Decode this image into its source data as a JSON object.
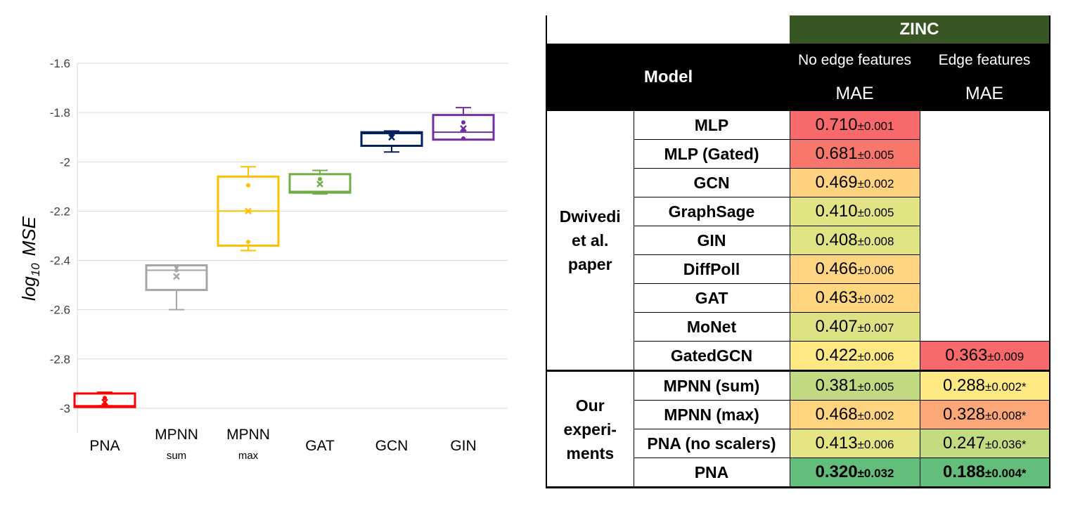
{
  "chart_data": {
    "type": "box",
    "ylabel_base": "log",
    "ylabel_sub": "10",
    "ylabel_rest": "MSE",
    "ylim": [
      -3.1,
      -1.6
    ],
    "yticks": [
      -1.6,
      -1.8,
      -2,
      -2.2,
      -2.4,
      -2.6,
      -2.8,
      -3
    ],
    "ytick_labels": [
      "-1.6",
      "-1.8",
      "-2",
      "-2.2",
      "-2.4",
      "-2.6",
      "-2.8",
      "-3"
    ],
    "grid": true,
    "categories": [
      {
        "label": "PNA",
        "sub": "",
        "color": "#ff0000",
        "min": -2.99,
        "q1": -2.995,
        "median": -2.99,
        "q3": -2.94,
        "max": -2.935,
        "mean": -2.975,
        "points": [
          -2.958,
          -2.99
        ]
      },
      {
        "label": "MPNN",
        "sub": "sum",
        "color": "#a6a6a6",
        "min": -2.6,
        "q1": -2.52,
        "median": -2.44,
        "q3": -2.42,
        "max": -2.42,
        "mean": -2.465,
        "points": [
          -2.425,
          -2.44
        ]
      },
      {
        "label": "MPNN",
        "sub": "max",
        "color": "#ffc000",
        "min": -2.36,
        "q1": -2.34,
        "median": -2.2,
        "q3": -2.06,
        "max": -2.02,
        "mean": -2.2,
        "points": [
          -2.095,
          -2.325
        ]
      },
      {
        "label": "GAT",
        "sub": "",
        "color": "#70ad47",
        "min": -2.13,
        "q1": -2.125,
        "median": -2.12,
        "q3": -2.05,
        "max": -2.035,
        "mean": -2.09,
        "points": [
          -2.07
        ]
      },
      {
        "label": "GCN",
        "sub": "",
        "color": "#002060",
        "min": -1.96,
        "q1": -1.935,
        "median": -1.885,
        "q3": -1.88,
        "max": -1.875,
        "mean": -1.9,
        "points": [
          -1.895
        ]
      },
      {
        "label": "GIN",
        "sub": "",
        "color": "#7030a0",
        "min": -1.91,
        "q1": -1.91,
        "median": -1.88,
        "q3": -1.81,
        "max": -1.78,
        "mean": -1.865,
        "points": [
          -1.84,
          -1.87,
          -1.905
        ]
      }
    ]
  },
  "table": {
    "dataset": "ZINC",
    "model_header": "Model",
    "col1_header": "No edge features",
    "col2_header": "Edge features",
    "metric": "MAE",
    "group1": [
      "Dwivedi",
      "et al.",
      "paper"
    ],
    "group2": [
      "Our",
      "experi-",
      "ments"
    ],
    "rows_group1": [
      {
        "model": "MLP",
        "v1": "0.710",
        "s1": "±0.001",
        "c1": "#f8696b",
        "v2": "",
        "s2": "",
        "c2": ""
      },
      {
        "model": "MLP (Gated)",
        "v1": "0.681",
        "s1": "±0.005",
        "c1": "#f8776c",
        "v2": "",
        "s2": "",
        "c2": ""
      },
      {
        "model": "GCN",
        "v1": "0.469",
        "s1": "±0.002",
        "c1": "#fed27f",
        "v2": "",
        "s2": "",
        "c2": ""
      },
      {
        "model": "GraphSage",
        "v1": "0.410",
        "s1": "±0.005",
        "c1": "#e2e383",
        "v2": "",
        "s2": "",
        "c2": ""
      },
      {
        "model": "GIN",
        "v1": "0.408",
        "s1": "±0.008",
        "c1": "#e0e383",
        "v2": "",
        "s2": "",
        "c2": ""
      },
      {
        "model": "DiffPoll",
        "v1": "0.466",
        "s1": "±0.006",
        "c1": "#fed580",
        "v2": "",
        "s2": "",
        "c2": ""
      },
      {
        "model": "GAT",
        "v1": "0.463",
        "s1": "±0.002",
        "c1": "#fed680",
        "v2": "",
        "s2": "",
        "c2": ""
      },
      {
        "model": "MoNet",
        "v1": "0.407",
        "s1": "±0.007",
        "c1": "#dee283",
        "v2": "",
        "s2": "",
        "c2": ""
      },
      {
        "model": "GatedGCN",
        "v1": "0.422",
        "s1": "±0.006",
        "c1": "#fde883",
        "v2": "0.363",
        "s2": "±0.009",
        "c2": "#f8696b"
      }
    ],
    "rows_group2": [
      {
        "model": "MPNN (sum)",
        "v1": "0.381",
        "s1": "±0.005",
        "c1": "#c1da81",
        "v2": "0.288",
        "s2": "±0.002*",
        "c2": "#fee983",
        "bold": false
      },
      {
        "model": "MPNN (max)",
        "v1": "0.468",
        "s1": "±0.002",
        "c1": "#fed47f",
        "v2": "0.328",
        "s2": "±0.008*",
        "c2": "#fba777",
        "bold": false
      },
      {
        "model": "PNA (no scalers)",
        "v1": "0.413",
        "s1": "±0.006",
        "c1": "#e5e483",
        "v2": "0.247",
        "s2": "±0.036*",
        "c2": "#c4db80",
        "bold": false
      },
      {
        "model": "PNA",
        "v1": "0.320",
        "s1": "±0.032",
        "c1": "#63be7b",
        "v2": "0.188",
        "s2": "±0.004*",
        "c2": "#63be7b",
        "bold": true
      }
    ]
  }
}
